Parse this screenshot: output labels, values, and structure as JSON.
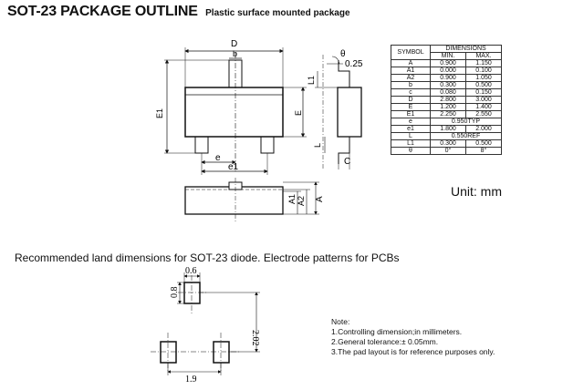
{
  "title": {
    "main": "SOT-23 PACKAGE OUTLINE",
    "subtitle": "Plastic surface mounted package"
  },
  "outline_labels": {
    "D": "D",
    "b": "b",
    "E1": "E1",
    "E": "E",
    "e": "e",
    "e1": "e1",
    "theta": "θ",
    "gauge": "0.25",
    "L1": "L1",
    "L": "L",
    "C": "C",
    "A1": "A1",
    "A2": "A2",
    "A": "A"
  },
  "table": {
    "header_symbol": "SYMBOL",
    "header_dimensions": "DIMENSIONS",
    "header_min": "MIN.",
    "header_max": "MAX.",
    "rows": [
      {
        "symbol": "A",
        "min": "0.900",
        "max": "1.150"
      },
      {
        "symbol": "A1",
        "min": "0.000",
        "max": "0.100"
      },
      {
        "symbol": "A2",
        "min": "0.900",
        "max": "1.050"
      },
      {
        "symbol": "b",
        "min": "0.300",
        "max": "0.500"
      },
      {
        "symbol": "c",
        "min": "0.080",
        "max": "0.150"
      },
      {
        "symbol": "D",
        "min": "2.800",
        "max": "3.000"
      },
      {
        "symbol": "E",
        "min": "1.200",
        "max": "1.400"
      },
      {
        "symbol": "E1",
        "min": "2.250",
        "max": "2.550"
      },
      {
        "symbol": "e",
        "span": "0.950TYP"
      },
      {
        "symbol": "e1",
        "min": "1.800",
        "max": "2.000"
      },
      {
        "symbol": "L",
        "span": "0.550REF"
      },
      {
        "symbol": "L1",
        "min": "0.300",
        "max": "0.500"
      },
      {
        "symbol": "θ",
        "min": "0°",
        "max": "8°"
      }
    ]
  },
  "unit": "Unit: mm",
  "land": {
    "title": "Recommended land dimensions for SOT-23 diode. Electrode patterns for PCBs",
    "dim_width": "0.6",
    "dim_height": "0.8",
    "dim_pitch": "2.02",
    "dim_span": "1.9"
  },
  "notes": {
    "heading": "Note:",
    "lines": [
      "1.Controlling dimension;in millimeters.",
      "2.General tolerance:± 0.05mm.",
      "3.The pad layout is for reference purposes only."
    ]
  }
}
